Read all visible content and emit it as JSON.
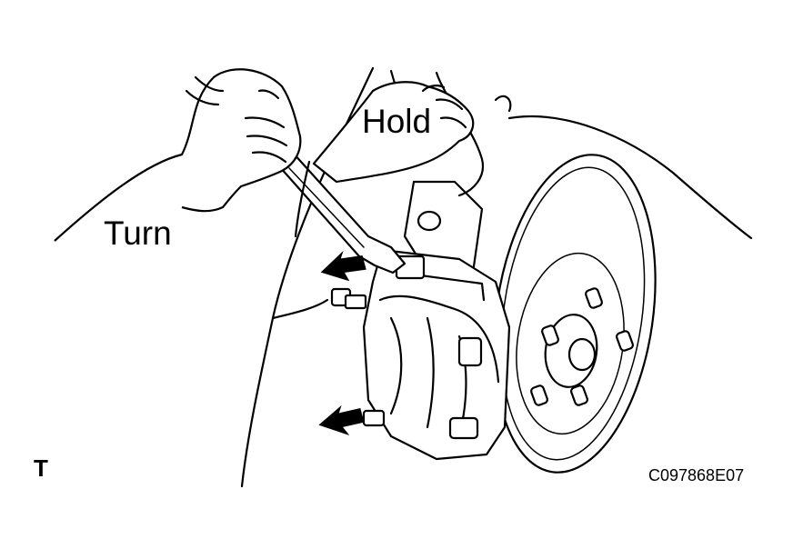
{
  "figure": {
    "labels": {
      "hold": "Hold",
      "turn": "Turn",
      "corner_mark": "T",
      "figure_code": "C097868E07"
    },
    "icons": [
      "hand-icon",
      "wrench-icon",
      "brake-disc-icon",
      "brake-caliper-icon",
      "arrow-icon"
    ],
    "colors": {
      "line": "#000000",
      "background": "#ffffff"
    }
  }
}
